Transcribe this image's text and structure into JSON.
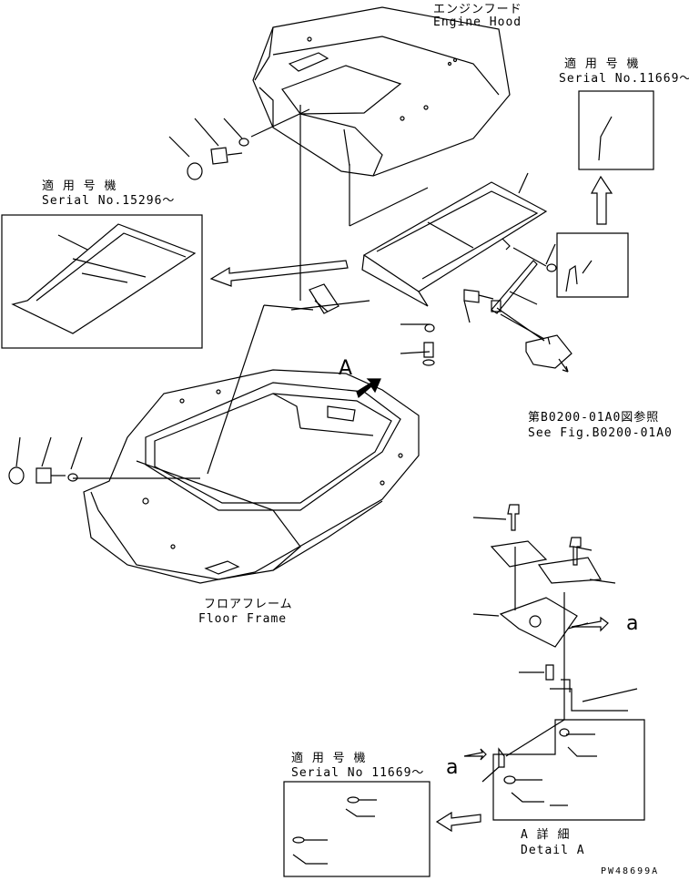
{
  "labels": {
    "engine_hood_jp": "エンジンフード",
    "engine_hood_en": "Engine Hood",
    "serial_top_jp": "適 用 号 機",
    "serial_top_en": "Serial No.11669～",
    "serial_left_jp": "適 用 号 機",
    "serial_left_en": "Serial No.15296～",
    "ref_jp": "第B0200-01A0図参照",
    "ref_en": "See Fig.B0200-01A0",
    "floor_jp": "フロアフレーム",
    "floor_en": "Floor Frame",
    "serial_bottom_jp": "適 用 号 機",
    "serial_bottom_en": "Serial No 11669～",
    "detail_jp": "A 詳 細",
    "detail_en": "Detail A",
    "view_a": "A",
    "detail_ref_1": "a",
    "detail_ref_2": "a",
    "drawing_no": "PW48699A"
  }
}
